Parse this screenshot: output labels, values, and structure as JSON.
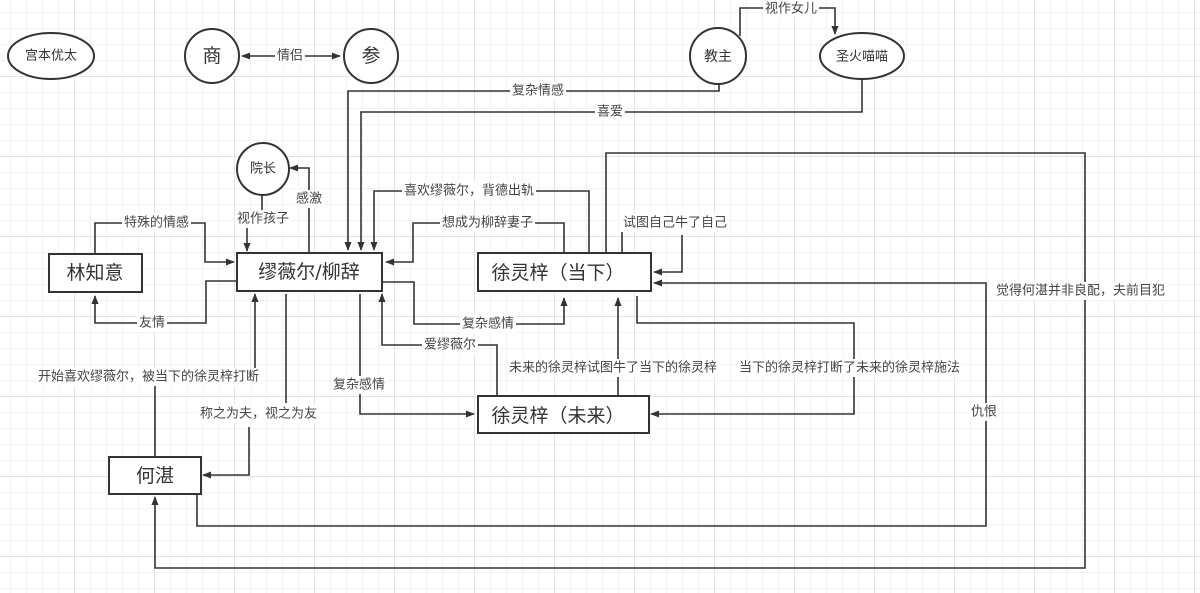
{
  "diagram": {
    "type": "relationship-map",
    "nodes": [
      {
        "id": "miyamoto",
        "label": "宫本优太",
        "shape": "ellipse"
      },
      {
        "id": "shang",
        "label": "商",
        "shape": "circle"
      },
      {
        "id": "shen",
        "label": "参",
        "shape": "circle"
      },
      {
        "id": "jiaozhu",
        "label": "教主",
        "shape": "circle"
      },
      {
        "id": "shenghuo",
        "label": "圣火喵喵",
        "shape": "ellipse"
      },
      {
        "id": "yuanzhang",
        "label": "院长",
        "shape": "circle"
      },
      {
        "id": "linzhiyi",
        "label": "林知意",
        "shape": "rect"
      },
      {
        "id": "miaoweier",
        "label": "缪薇尔/柳辞",
        "shape": "rect"
      },
      {
        "id": "xu_now",
        "label": "徐灵梓（当下）",
        "shape": "rect"
      },
      {
        "id": "xu_future",
        "label": "徐灵梓（未来）",
        "shape": "rect"
      },
      {
        "id": "hezhan",
        "label": "何湛",
        "shape": "rect"
      }
    ],
    "edges": [
      {
        "id": "e1",
        "from": "shang",
        "to": "shen",
        "label": "情侣",
        "bidirectional": true
      },
      {
        "id": "e2",
        "from": "jiaozhu",
        "to": "shenghuo",
        "label": "视作女儿"
      },
      {
        "id": "e3",
        "from": "jiaozhu",
        "to": "miaoweier",
        "label": "复杂情感"
      },
      {
        "id": "e4",
        "from": "shenghuo",
        "to": "miaoweier",
        "label": "喜爱"
      },
      {
        "id": "e5",
        "from": "miaoweier",
        "to": "yuanzhang",
        "label": "感激"
      },
      {
        "id": "e6",
        "from": "yuanzhang",
        "to": "miaoweier",
        "label": "视作孩子"
      },
      {
        "id": "e7",
        "from": "linzhiyi",
        "to": "miaoweier",
        "label": "特殊的情感"
      },
      {
        "id": "e8",
        "from": "miaoweier",
        "to": "linzhiyi",
        "label": "友情"
      },
      {
        "id": "e9",
        "from": "xu_now",
        "to": "miaoweier",
        "label": "喜欢缪薇尔，背德出轨"
      },
      {
        "id": "e10",
        "from": "xu_now",
        "to": "miaoweier",
        "label": "想成为柳辞妻子"
      },
      {
        "id": "e11",
        "from": "xu_now",
        "to": "xu_now",
        "label": "试图自己牛了自己"
      },
      {
        "id": "e12",
        "from": "miaoweier",
        "to": "xu_now",
        "label": "复杂感情"
      },
      {
        "id": "e13",
        "from": "xu_future",
        "to": "miaoweier",
        "label": "爱缪薇尔"
      },
      {
        "id": "e14",
        "from": "miaoweier",
        "to": "xu_future",
        "label": "复杂感情"
      },
      {
        "id": "e15",
        "from": "xu_future",
        "to": "xu_now",
        "label": "未来的徐灵梓试图牛了当下的徐灵梓"
      },
      {
        "id": "e16",
        "from": "xu_now",
        "to": "xu_future",
        "label": "当下的徐灵梓打断了未来的徐灵梓施法"
      },
      {
        "id": "e17",
        "from": "hezhan",
        "to": "miaoweier",
        "label": "开始喜欢缪薇尔，被当下的徐灵梓打断"
      },
      {
        "id": "e18",
        "from": "miaoweier",
        "to": "hezhan",
        "label": "称之为夫，视之为友"
      },
      {
        "id": "e19",
        "from": "hezhan",
        "to": "xu_now",
        "label": "仇恨"
      },
      {
        "id": "e20",
        "from": "xu_now",
        "to": "hezhan",
        "label": "觉得何湛并非良配，夫前目犯"
      }
    ]
  }
}
